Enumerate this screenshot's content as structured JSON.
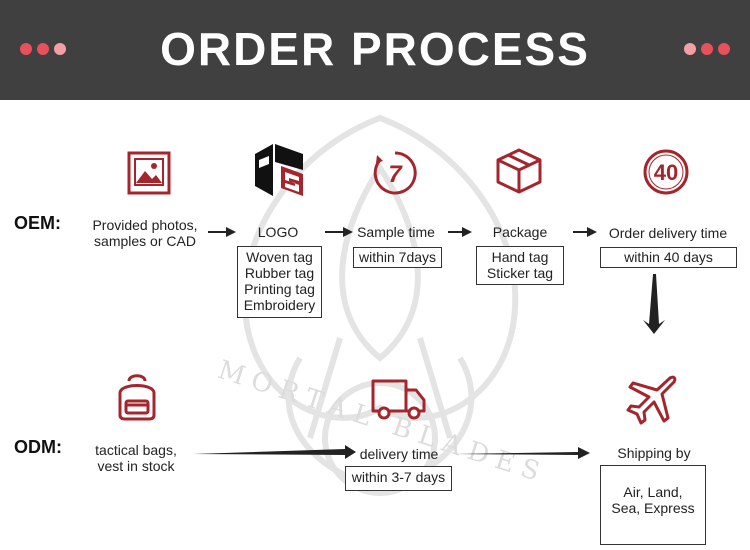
{
  "header": {
    "title": "ORDER PROCESS",
    "background": "#404040",
    "dot_color_light": "#f2a0a6",
    "dot_color_dark": "#e8505c"
  },
  "accent_color": "#a4262c",
  "watermark": {
    "text": "MORTAL BLADES"
  },
  "oem": {
    "label": "OEM:",
    "steps": [
      {
        "icon": "image-icon",
        "label": "Provided photos,",
        "label2": "samples or CAD"
      },
      {
        "icon": "logo-icon",
        "label": "LOGO",
        "box": [
          "Woven tag",
          "Rubber tag",
          "Printing tag",
          "Embroidery"
        ]
      },
      {
        "icon": "number-7-icon",
        "icon_text": "7",
        "label": "Sample time",
        "box": [
          "within 7days"
        ]
      },
      {
        "icon": "package-icon",
        "label": "Package",
        "box": [
          "Hand tag",
          "Sticker tag"
        ]
      },
      {
        "icon": "number-40-icon",
        "icon_text": "40",
        "label": "Order delivery time",
        "box": [
          "within 40 days"
        ]
      }
    ]
  },
  "odm": {
    "label": "ODM:",
    "steps": [
      {
        "icon": "backpack-icon",
        "label": "tactical bags,",
        "label2": "vest in stock"
      },
      {
        "icon": "truck-icon",
        "label": "delivery time",
        "box": [
          "within 3-7 days"
        ]
      },
      {
        "icon": "airplane-icon",
        "label": "Shipping by",
        "box": [
          "Air, Land,",
          "Sea, Express"
        ]
      }
    ]
  }
}
